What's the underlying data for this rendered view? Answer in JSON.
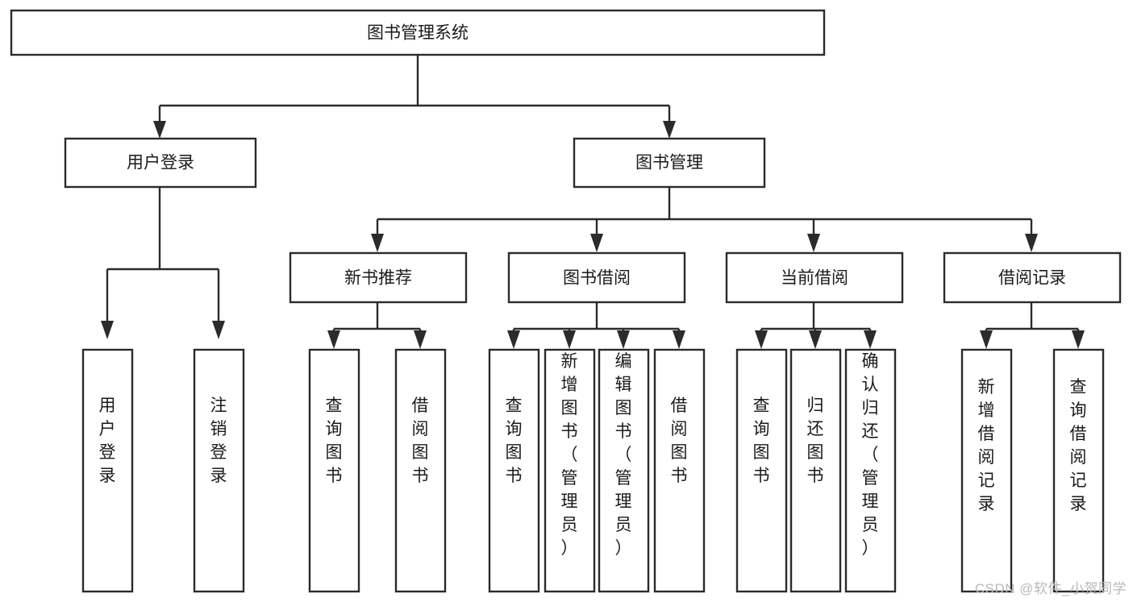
{
  "diagram": {
    "type": "tree-hierarchy",
    "title": "图书管理系统",
    "watermark": "CSDN @软件_小贺同学",
    "colors": {
      "stroke": "#2b2b2b",
      "fill": "#ffffff",
      "text": "#1a1a1a",
      "watermark": "#b9b9b9",
      "background": "#ffffff"
    },
    "levels": {
      "root": {
        "label": "图书管理系统"
      },
      "level1": [
        {
          "label": "用户登录"
        },
        {
          "label": "图书管理"
        }
      ],
      "level2": [
        {
          "label": "新书推荐",
          "parent": "图书管理"
        },
        {
          "label": "图书借阅",
          "parent": "图书管理"
        },
        {
          "label": "当前借阅",
          "parent": "图书管理"
        },
        {
          "label": "借阅记录",
          "parent": "图书管理"
        }
      ],
      "leaves": [
        {
          "label": "用户登录",
          "parent": "用户登录"
        },
        {
          "label": "注销登录",
          "parent": "用户登录"
        },
        {
          "label": "查询图书",
          "parent": "新书推荐"
        },
        {
          "label": "借阅图书",
          "parent": "新书推荐"
        },
        {
          "label": "查询图书",
          "parent": "图书借阅"
        },
        {
          "label": "新增图书（管理员）",
          "parent": "图书借阅"
        },
        {
          "label": "编辑图书（管理员）",
          "parent": "图书借阅"
        },
        {
          "label": "借阅图书",
          "parent": "图书借阅"
        },
        {
          "label": "查询图书",
          "parent": "当前借阅"
        },
        {
          "label": "归还图书",
          "parent": "当前借阅"
        },
        {
          "label": "确认归还（管理员）",
          "parent": "当前借阅"
        },
        {
          "label": "新增借阅记录",
          "parent": "借阅记录"
        },
        {
          "label": "查询借阅记录",
          "parent": "借阅记录"
        }
      ]
    }
  }
}
